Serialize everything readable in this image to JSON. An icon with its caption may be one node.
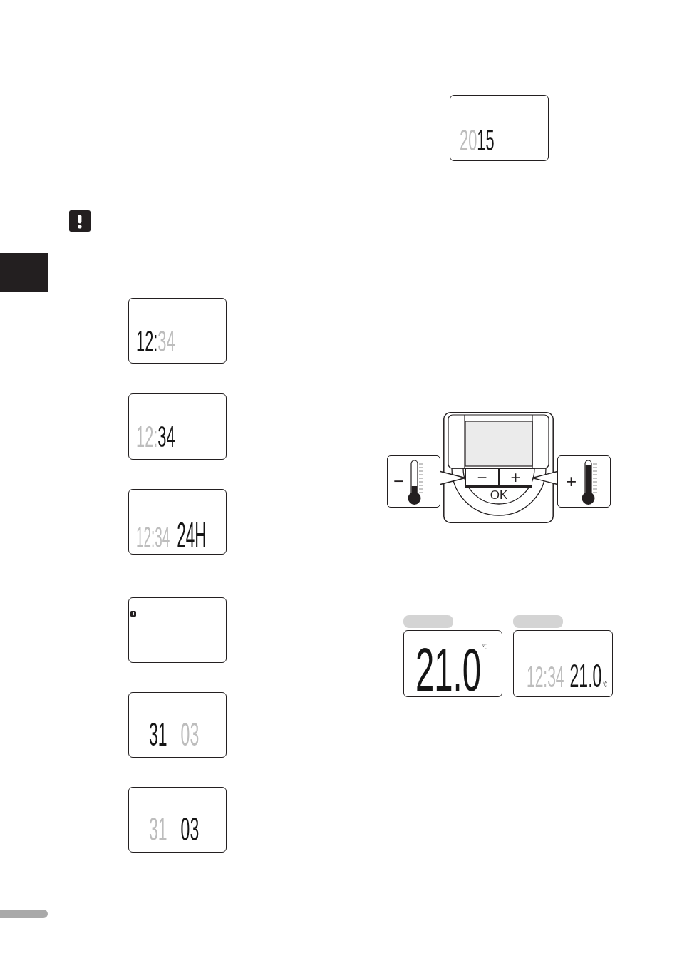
{
  "diagram": {
    "nodes": [
      {
        "text": [
          "12:",
          "34"
        ]
      },
      {
        "text": [
          "12:",
          "34"
        ]
      },
      {
        "text": [
          "12:34",
          "24H"
        ]
      },
      {
        "text": [],
        "shape": "box"
      },
      {
        "text": [
          "31",
          "03"
        ]
      },
      {
        "text": [
          "31",
          "03"
        ]
      },
      {
        "text": [
          "20",
          "15"
        ]
      },
      {
        "text": [
          "−"
        ]
      },
      {
        "text": [],
        "shape": "picture"
      },
      {
        "text": [
          "−"
        ],
        "in": 8
      },
      {
        "text": [
          "+"
        ],
        "in": 8
      },
      {
        "text": [
          "OK"
        ],
        "in": 8
      },
      {
        "text": [
          "+"
        ]
      },
      {
        "text": [],
        "shape": "bar"
      },
      {
        "text": [],
        "shape": "bar"
      },
      {
        "text": [
          "21.0",
          "°C"
        ]
      },
      {
        "text": [
          "12:34",
          "21.0",
          "°C"
        ]
      }
    ],
    "edges": [
      {
        "from": 7,
        "to": 9,
        "arrow": "none"
      },
      {
        "from": 12,
        "to": 10,
        "arrow": "none"
      }
    ]
  }
}
